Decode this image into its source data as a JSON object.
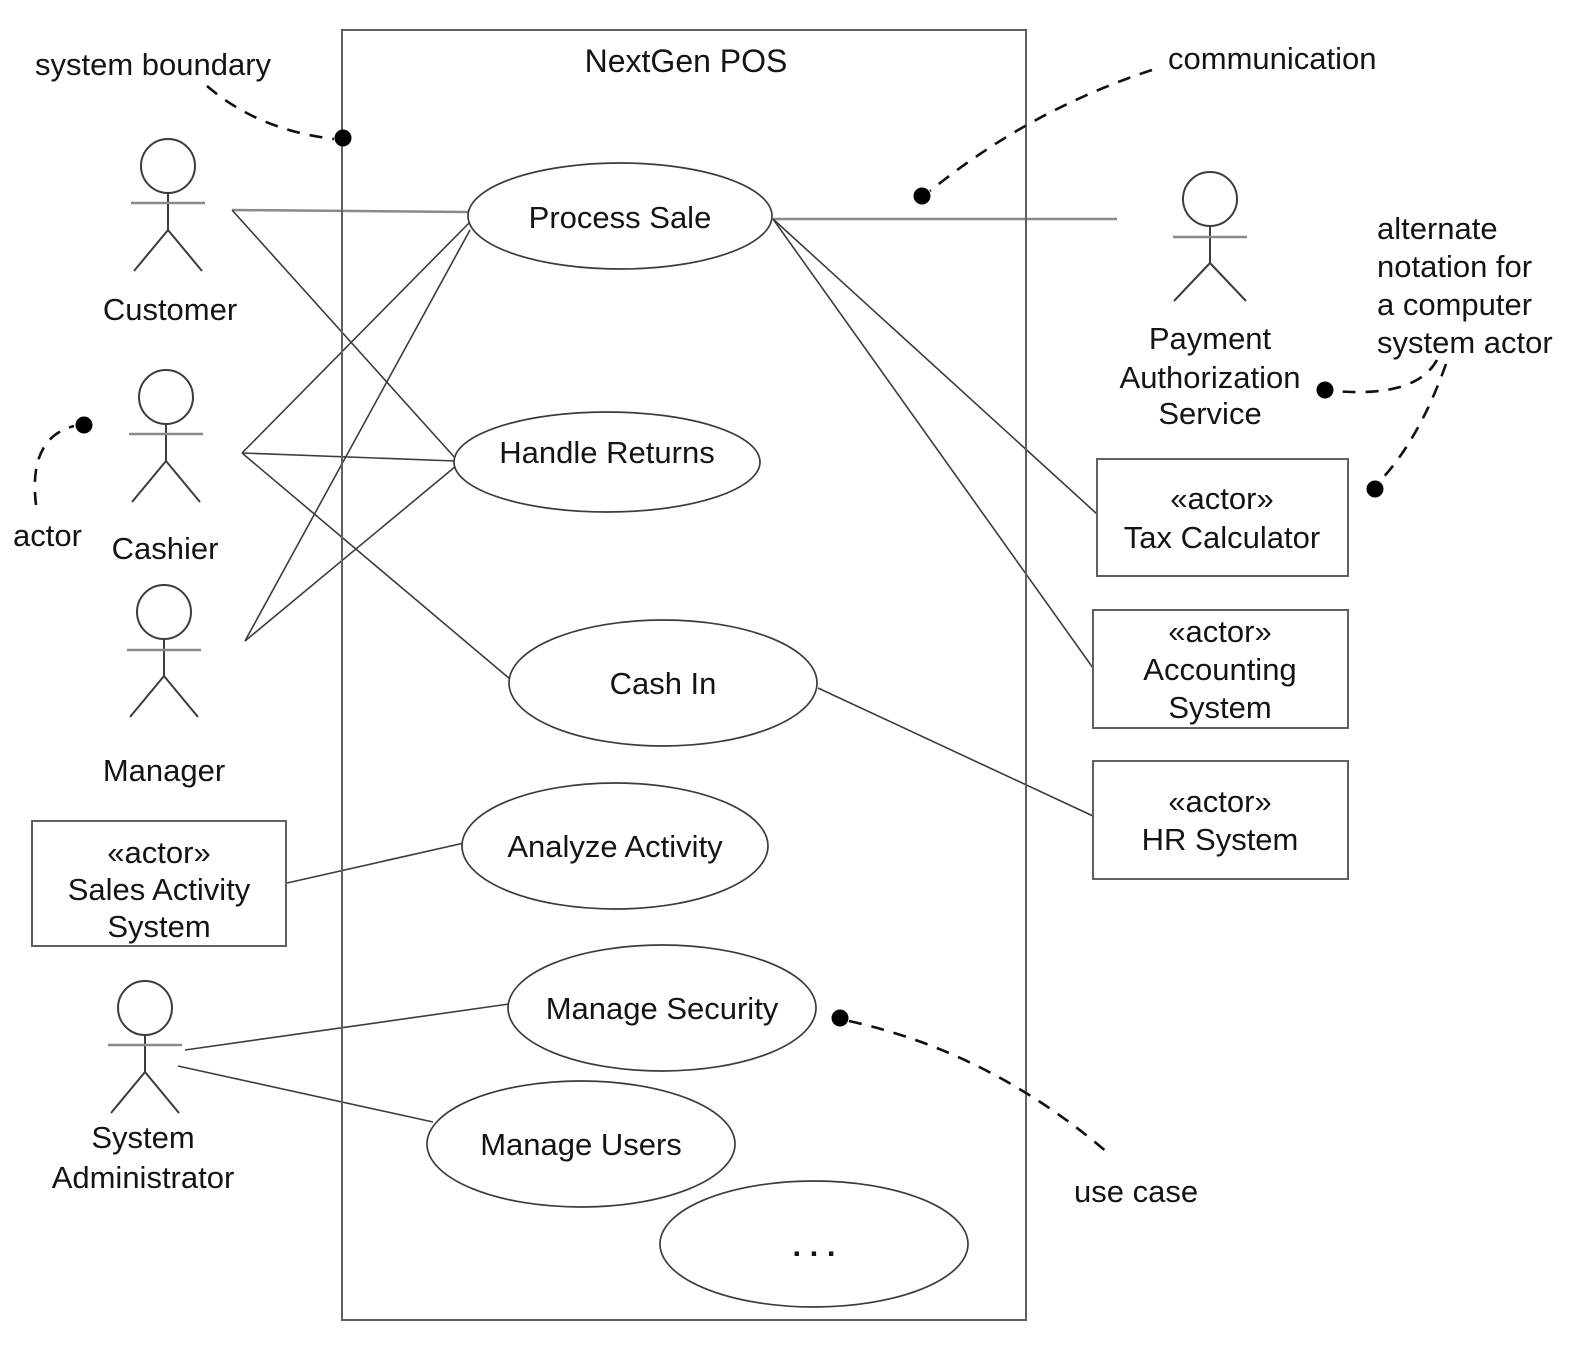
{
  "title": "NextGen POS",
  "annotations": {
    "system_boundary": "system boundary",
    "communication": "communication",
    "actor": "actor",
    "use_case": "use case",
    "alternate_notation": [
      "alternate",
      "notation for",
      "a computer",
      "system actor"
    ]
  },
  "actors": {
    "customer": {
      "label": "Customer"
    },
    "cashier": {
      "label": "Cashier"
    },
    "manager": {
      "label": "Manager"
    },
    "system_administrator": {
      "lines": [
        "System",
        "Administrator"
      ]
    },
    "payment_authorization_service": {
      "lines": [
        "Payment",
        "Authorization",
        "Service"
      ]
    },
    "sales_activity_system": {
      "lines": [
        "«actor»",
        "Sales Activity",
        "System"
      ]
    },
    "tax_calculator": {
      "lines": [
        "«actor»",
        "Tax Calculator"
      ]
    },
    "accounting_system": {
      "lines": [
        "«actor»",
        "Accounting",
        "System"
      ]
    },
    "hr_system": {
      "lines": [
        "«actor»",
        "HR System"
      ]
    }
  },
  "use_cases": {
    "process_sale": "Process Sale",
    "handle_returns": "Handle Returns",
    "cash_in": "Cash In",
    "analyze_activity": "Analyze Activity",
    "manage_security": "Manage Security",
    "manage_users": "Manage Users",
    "more": ". . ."
  },
  "colors": {
    "background": "#ffffff",
    "ink": "#141414",
    "boundary_stroke": "#606060",
    "ellipse_stroke": "#3c3c3c",
    "gray_line": "#8a8a8a"
  }
}
